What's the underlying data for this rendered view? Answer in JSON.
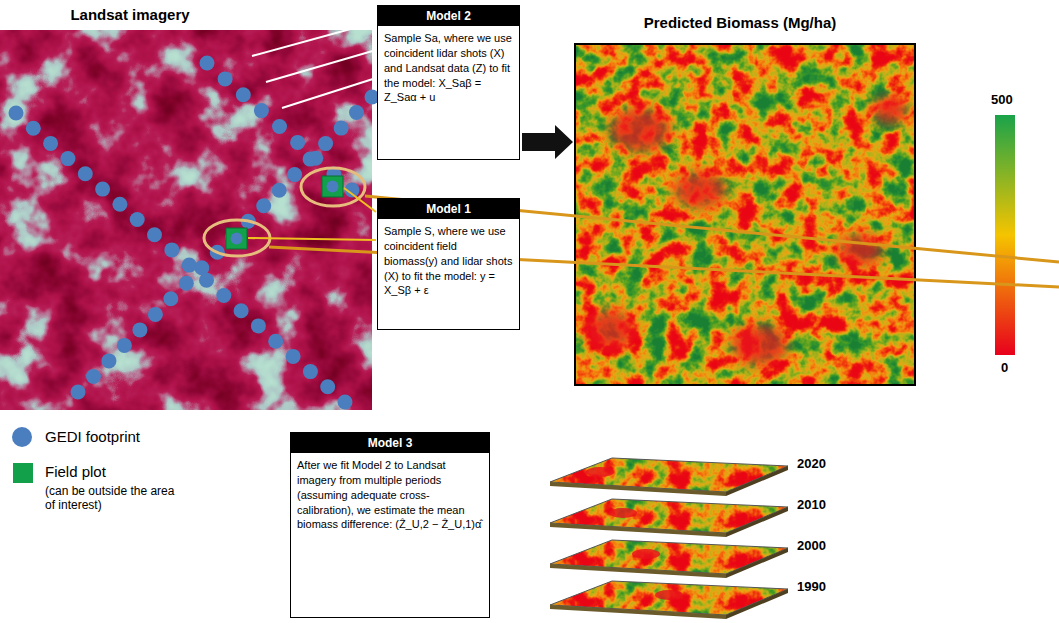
{
  "diagram": {
    "nodes": [
      {
        "text": [
          "Landsat imagery"
        ]
      },
      {
        "text": [
          "Model 2",
          "Sample Sa, where we use coincident lidar shots (X) and Landsat data (Z) to fit the model: X_Saβ = Z_Saα + u"
        ]
      },
      {
        "text": [
          "Predicted Biomass (Mg/ha)"
        ]
      },
      {
        "text": [
          "Model 1",
          "Sample S, where we use coincident field biomass(y) and lidar shots (X) to fit the model: y = X_Sβ + ε"
        ]
      },
      {
        "text": [
          "Model 3",
          "After we fit Model 2 to Landsat imagery from multiple periods (assuming adequate cross-calibration), we estimate the mean biomass difference: (Ẑ_U,2 − Ẑ_U,1)α̂"
        ]
      }
    ],
    "edges": [
      {
        "from": 1,
        "to": 2,
        "arrow": "to"
      }
    ],
    "labels": [
      "500",
      "0",
      "(can be outside the area of interest)",
      "2020",
      "2010",
      "2000",
      "1990"
    ],
    "legend": [
      {
        "text": "GEDI footprint",
        "color": "#4a7ebf"
      },
      {
        "text": "Field plot",
        "color": "#12a04b"
      }
    ]
  }
}
